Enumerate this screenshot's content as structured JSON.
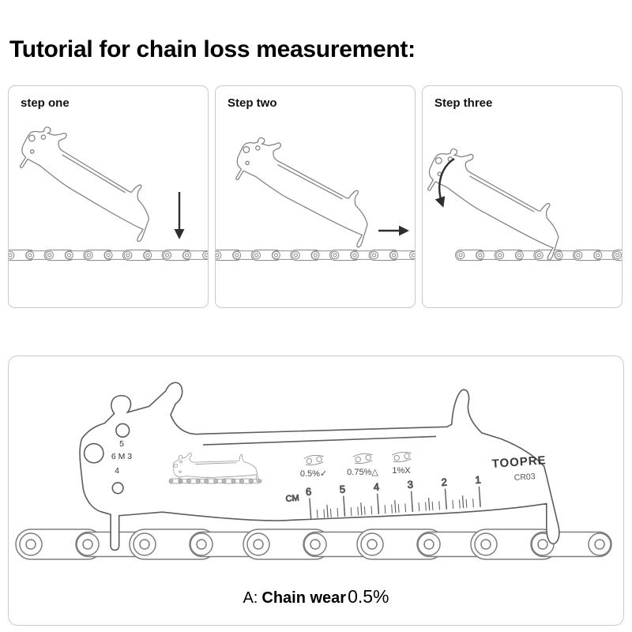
{
  "page": {
    "title": "Tutorial for chain loss measurement:"
  },
  "steps": [
    {
      "label": "step one"
    },
    {
      "label": "Step two"
    },
    {
      "label": "Step three"
    }
  ],
  "detail": {
    "brand": "TOOPRE",
    "model": "CR03",
    "hole_labels": [
      "5",
      "6 M 3",
      "4"
    ],
    "wear_marks": [
      "0.5%✓",
      "0.75%△",
      "1%X"
    ],
    "ruler": {
      "unit": "CM",
      "numbers": [
        "6",
        "5",
        "4",
        "3",
        "2",
        "1"
      ]
    },
    "caption": {
      "prefix": "A:",
      "label": "Chain wear",
      "value": "0.5%"
    }
  }
}
